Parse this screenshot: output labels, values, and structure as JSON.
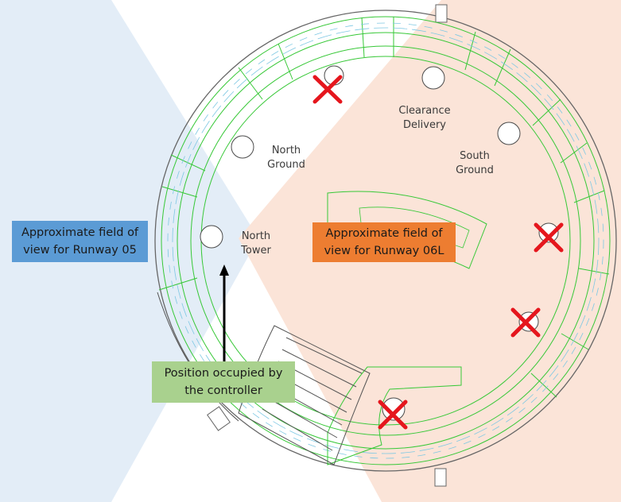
{
  "colors": {
    "field_05_fill": "#e3edf7",
    "field_06l_fill": "#fbe4d8",
    "box_05": "#5b9bd5",
    "box_06l": "#ed7d31",
    "box_ctrl": "#a9d18e",
    "console_line": "#37c837",
    "cross": "#e5161d",
    "wall": "#666666"
  },
  "labels": {
    "north_ground": "North\nGround",
    "clearance_delivery": "Clearance\nDelivery",
    "south_ground": "South\nGround",
    "north_tower": "North\nTower"
  },
  "callouts": {
    "field_05": "Approximate field of\nview for Runway 05",
    "field_06l": "Approximate field of\nview for Runway 06L",
    "controller_position": "Position occupied by\nthe controller"
  },
  "markers": {
    "unoccupied_count": 4,
    "icon": "red-x-icon"
  }
}
